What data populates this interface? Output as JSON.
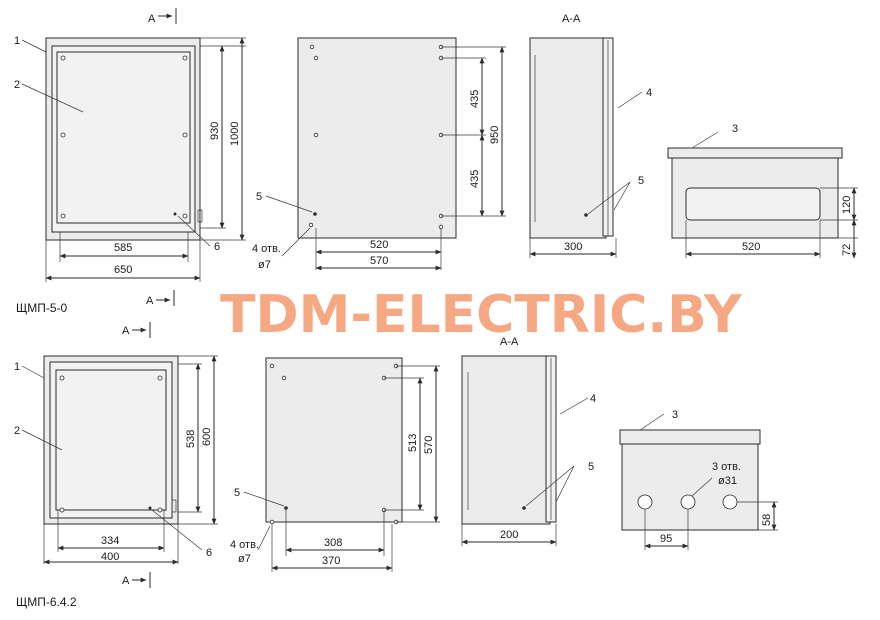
{
  "watermark": "TDM-ELECTRIC.BY",
  "drawing_top": {
    "model": "ЩМП-5-0",
    "section_mark": "А",
    "section_title": "А-А",
    "callouts": [
      "1",
      "2",
      "3",
      "4",
      "5",
      "5",
      "6"
    ],
    "dims": {
      "inner_width": "585",
      "outer_width": "650",
      "inner_height": "930",
      "outer_height": "1000",
      "mount_width": "520",
      "mount_span": "570",
      "mount_half_upper": "435",
      "mount_half_lower": "435",
      "mount_height": "950",
      "depth": "300",
      "cutout_width": "520",
      "cutout_height": "120",
      "cutout_offset": "72"
    },
    "holes_label_line1": "4 отв.",
    "holes_label_line2": "ø7"
  },
  "drawing_bottom": {
    "model": "ЩМП-6.4.2",
    "section_mark": "А",
    "section_title": "А-А",
    "callouts": [
      "1",
      "2",
      "3",
      "4",
      "5",
      "5",
      "6"
    ],
    "dims": {
      "inner_width": "334",
      "outer_width": "400",
      "inner_height": "538",
      "outer_height": "600",
      "mount_width": "308",
      "mount_span": "370",
      "mount_height_inner": "513",
      "mount_height_outer": "570",
      "depth": "200",
      "knockout_spacing": "95",
      "knockout_offset": "58"
    },
    "holes_label_line1": "4 отв.",
    "holes_label_line2": "ø7",
    "knockouts_label_line1": "3 отв.",
    "knockouts_label_line2": "ø31"
  }
}
